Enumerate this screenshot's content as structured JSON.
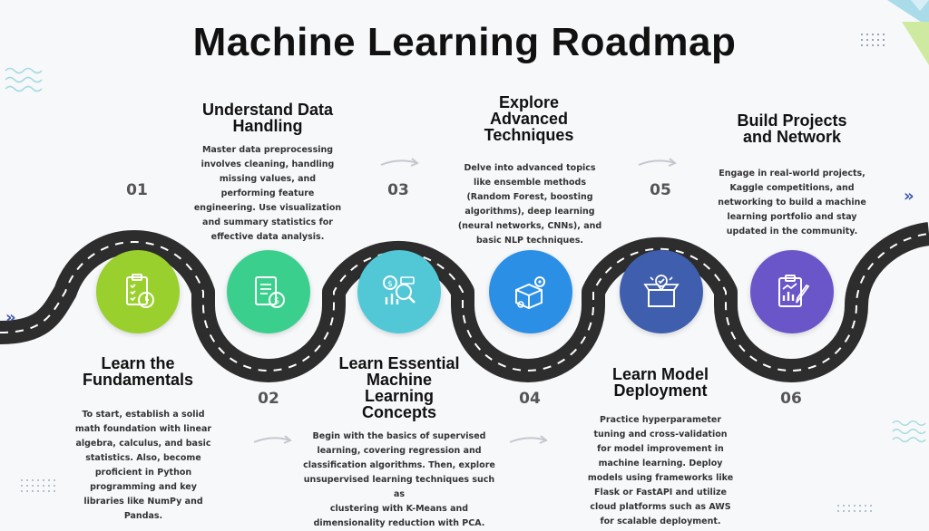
{
  "title": "Machine Learning Roadmap",
  "steps": [
    {
      "num": "01",
      "heading_lines": [
        "Learn the",
        "Fundamentals"
      ],
      "desc_lines": [
        "To start, establish a solid",
        "math foundation with linear",
        "algebra, calculus, and basic",
        "statistics. Also, become",
        "proficient in Python",
        "programming and key",
        "libraries like NumPy and",
        "Pandas."
      ],
      "color": "#9ad02d",
      "icon": "checklist-clock-icon"
    },
    {
      "num": "02",
      "heading_lines": [
        "Understand Data",
        "Handling"
      ],
      "desc_lines": [
        "Master data preprocessing",
        "involves cleaning, handling",
        "missing values, and",
        "performing feature",
        "engineering. Use visualization",
        "and summary statistics for",
        "effective data analysis."
      ],
      "color": "#3bcf8e",
      "icon": "document-money-icon"
    },
    {
      "num": "03",
      "heading_lines": [
        "Learn Essential",
        "Machine",
        "Learning",
        "Concepts"
      ],
      "desc_lines": [
        "Begin with the basics of supervised",
        "learning, covering regression and",
        "classification algorithms. Then, explore",
        "unsupervised learning techniques such as",
        "clustering with K-Means and",
        "dimensionality reduction with PCA."
      ],
      "color": "#52c8d6",
      "icon": "data-analysis-icon"
    },
    {
      "num": "04",
      "heading_lines": [
        "Explore",
        "Advanced",
        "Techniques"
      ],
      "desc_lines": [
        "Delve into advanced topics",
        "like ensemble methods",
        "(Random Forest, boosting",
        "algorithms), deep learning",
        "(neural networks, CNNs), and",
        "basic NLP techniques."
      ],
      "color": "#2b8fe6",
      "icon": "box-gear-icon"
    },
    {
      "num": "05",
      "heading_lines": [
        "Learn Model",
        "Deployment"
      ],
      "desc_lines": [
        "Practice hyperparameter",
        "tuning and cross-validation",
        "for model improvement in",
        "machine learning. Deploy",
        "models using frameworks like",
        "Flask or FastAPI and utilize",
        "cloud platforms such as AWS",
        "for scalable deployment."
      ],
      "color": "#3f5fae",
      "icon": "open-box-check-icon"
    },
    {
      "num": "06",
      "heading_lines": [
        "Build Projects",
        "and Network"
      ],
      "desc_lines": [
        "Engage in real-world projects,",
        "Kaggle competitions, and",
        "networking to build a machine",
        "learning portfolio and stay",
        "updated in the community."
      ],
      "color": "#6a55c9",
      "icon": "clipboard-chart-icon"
    }
  ],
  "colors": {
    "road": "#2d2d2d",
    "road_line": "#ffffff",
    "accent": "#3d5aa8"
  }
}
